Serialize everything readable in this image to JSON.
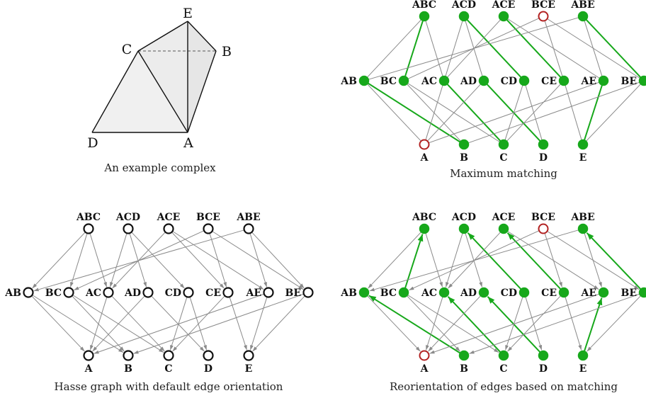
{
  "captions": {
    "complex": "An example complex",
    "matching": "Maximum matching",
    "hasse": "Hasse graph with default edge orientation",
    "reoriented": "Reorientation of edges based on matching"
  },
  "complex_vertices": [
    "A",
    "B",
    "C",
    "D",
    "E"
  ],
  "graph": {
    "top_row": [
      "ABC",
      "ACD",
      "ACE",
      "BCE",
      "ABE"
    ],
    "middle_row": [
      "AB",
      "BC",
      "AC",
      "AD",
      "CD",
      "CE",
      "AE",
      "BE"
    ],
    "bottom_row": [
      "A",
      "B",
      "C",
      "D",
      "E"
    ],
    "hasse_edges": [
      [
        "ABC",
        "AB"
      ],
      [
        "ABC",
        "BC"
      ],
      [
        "ABC",
        "AC"
      ],
      [
        "ACD",
        "AC"
      ],
      [
        "ACD",
        "AD"
      ],
      [
        "ACD",
        "CD"
      ],
      [
        "ACE",
        "AC"
      ],
      [
        "ACE",
        "CE"
      ],
      [
        "ACE",
        "AE"
      ],
      [
        "BCE",
        "BC"
      ],
      [
        "BCE",
        "CE"
      ],
      [
        "BCE",
        "BE"
      ],
      [
        "ABE",
        "AB"
      ],
      [
        "ABE",
        "AE"
      ],
      [
        "ABE",
        "BE"
      ],
      [
        "AB",
        "A"
      ],
      [
        "AB",
        "B"
      ],
      [
        "BC",
        "B"
      ],
      [
        "BC",
        "C"
      ],
      [
        "AC",
        "A"
      ],
      [
        "AC",
        "C"
      ],
      [
        "AD",
        "A"
      ],
      [
        "AD",
        "D"
      ],
      [
        "CD",
        "C"
      ],
      [
        "CD",
        "D"
      ],
      [
        "CE",
        "C"
      ],
      [
        "CE",
        "E"
      ],
      [
        "AE",
        "A"
      ],
      [
        "AE",
        "E"
      ],
      [
        "BE",
        "B"
      ],
      [
        "BE",
        "E"
      ]
    ],
    "matching": [
      [
        "ABC",
        "BC"
      ],
      [
        "ACD",
        "CD"
      ],
      [
        "ACE",
        "CE"
      ],
      [
        "ABE",
        "BE"
      ],
      [
        "AB",
        "B"
      ],
      [
        "AC",
        "C"
      ],
      [
        "AD",
        "D"
      ],
      [
        "AE",
        "E"
      ]
    ],
    "critical": [
      "BCE",
      "A"
    ]
  },
  "colors": {
    "matched": "#17a81b",
    "critical": "#b22222",
    "edge": "#8a8a8a",
    "complex_fill": "#f0f0f0"
  }
}
